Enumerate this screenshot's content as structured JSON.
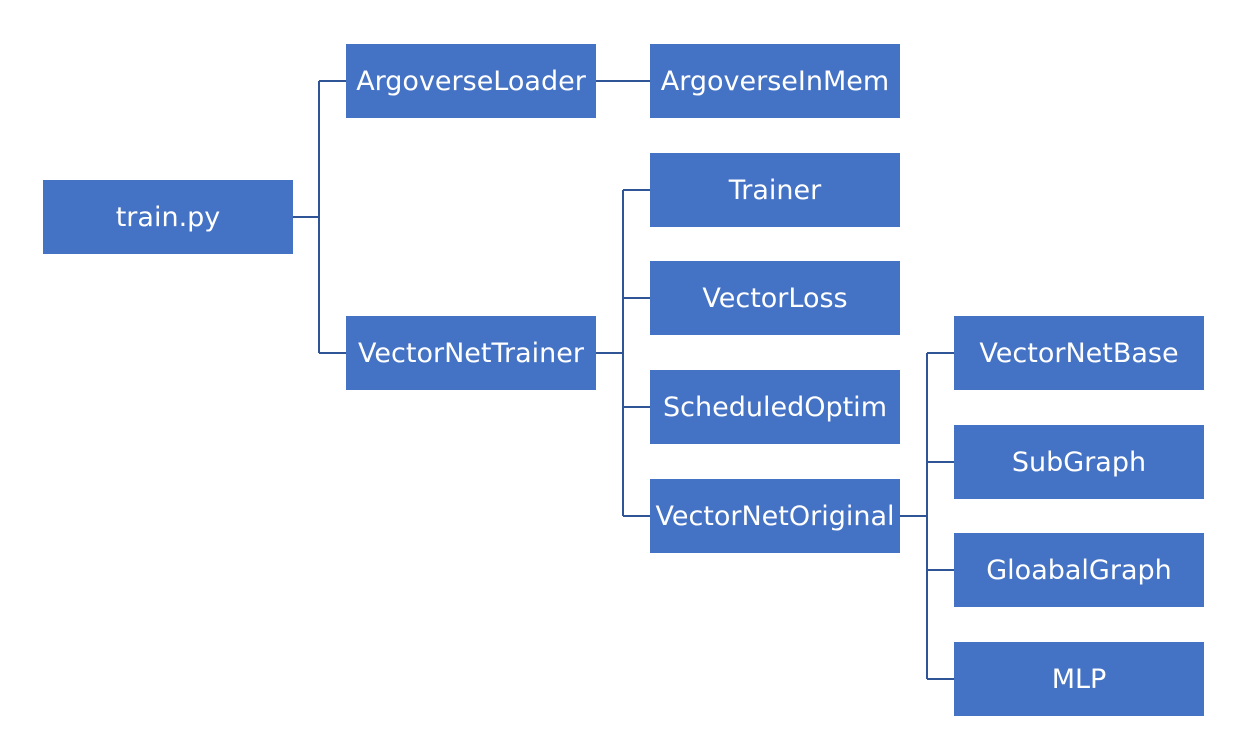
{
  "diagram": {
    "nodes": {
      "train": "train.py",
      "argoverse_loader": "ArgoverseLoader",
      "argoverse_inmem": "ArgoverseInMem",
      "vectornet_trainer": "VectorNetTrainer",
      "trainer": "Trainer",
      "vector_loss": "VectorLoss",
      "scheduled_optim": "ScheduledOptim",
      "vectornet_original": "VectorNetOriginal",
      "vectornet_base": "VectorNetBase",
      "subgraph": "SubGraph",
      "gloabal_graph": "GloabalGraph",
      "mlp": "MLP"
    },
    "colors": {
      "node_fill": "#4472c4",
      "node_text": "#ffffff",
      "connector": "#2f5597"
    }
  }
}
